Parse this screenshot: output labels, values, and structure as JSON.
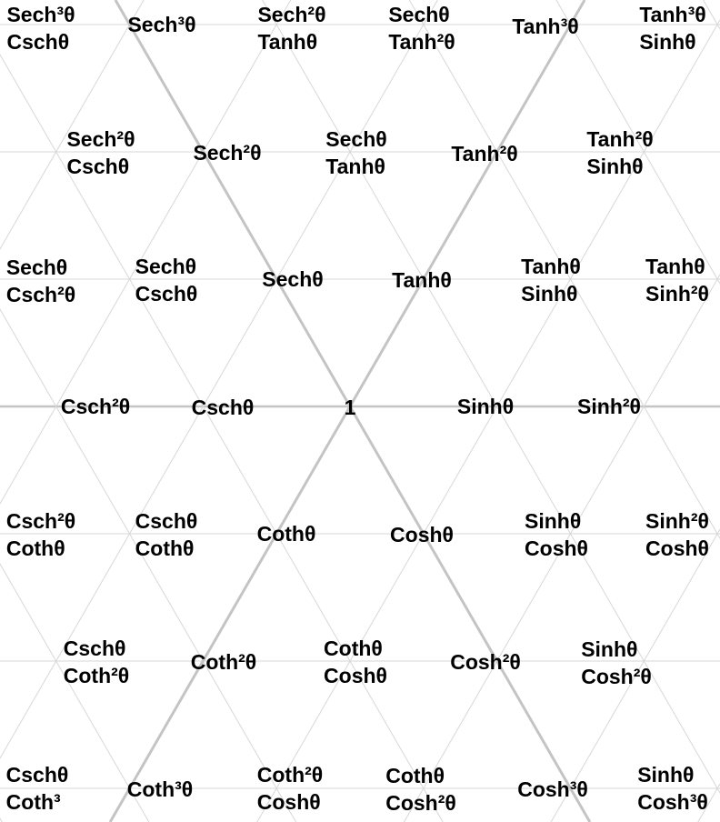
{
  "colors": {
    "background": "#ffffff",
    "text": "#000000",
    "thin_grid": "#d7d7d7",
    "main_axis": "#c4c4c4"
  },
  "labels": [
    [
      "Sech³θ",
      "Cschθ"
    ],
    [
      "Sech³θ"
    ],
    [
      "Sech²θ",
      "Tanhθ"
    ],
    [
      "Sechθ",
      "Tanh²θ"
    ],
    [
      "Tanh³θ"
    ],
    [
      "Tanh³θ",
      "Sinhθ"
    ],
    [
      "Sech²θ",
      "Cschθ"
    ],
    [
      "Sech²θ"
    ],
    [
      "Sechθ",
      "Tanhθ"
    ],
    [
      "Tanh²θ"
    ],
    [
      "Tanh²θ",
      "Sinhθ"
    ],
    [
      "Sechθ",
      "Csch²θ"
    ],
    [
      "Sechθ",
      "Cschθ"
    ],
    [
      "Sechθ"
    ],
    [
      "Tanhθ"
    ],
    [
      "Tanhθ",
      "Sinhθ"
    ],
    [
      "Tanhθ",
      "Sinh²θ"
    ],
    [
      "Csch²θ"
    ],
    [
      "Cschθ"
    ],
    [
      "1"
    ],
    [
      "Sinhθ"
    ],
    [
      "Sinh²θ"
    ],
    [
      "Csch²θ",
      "Cothθ"
    ],
    [
      "Cschθ",
      "Cothθ"
    ],
    [
      "Cothθ"
    ],
    [
      "Coshθ"
    ],
    [
      "Sinhθ",
      "Coshθ"
    ],
    [
      "Sinh²θ",
      "Coshθ"
    ],
    [
      "Cschθ",
      "Coth²θ"
    ],
    [
      "Coth²θ"
    ],
    [
      "Cothθ",
      "Coshθ"
    ],
    [
      "Cosh²θ"
    ],
    [
      "Sinhθ",
      "Cosh²θ"
    ],
    [
      "Cschθ",
      "Coth³"
    ],
    [
      "Coth³θ"
    ],
    [
      "Coth²θ",
      "Coshθ"
    ],
    [
      "Cothθ",
      "Cosh²θ"
    ],
    [
      "Cosh³θ"
    ],
    [
      "Sinhθ",
      "Cosh³θ"
    ]
  ]
}
